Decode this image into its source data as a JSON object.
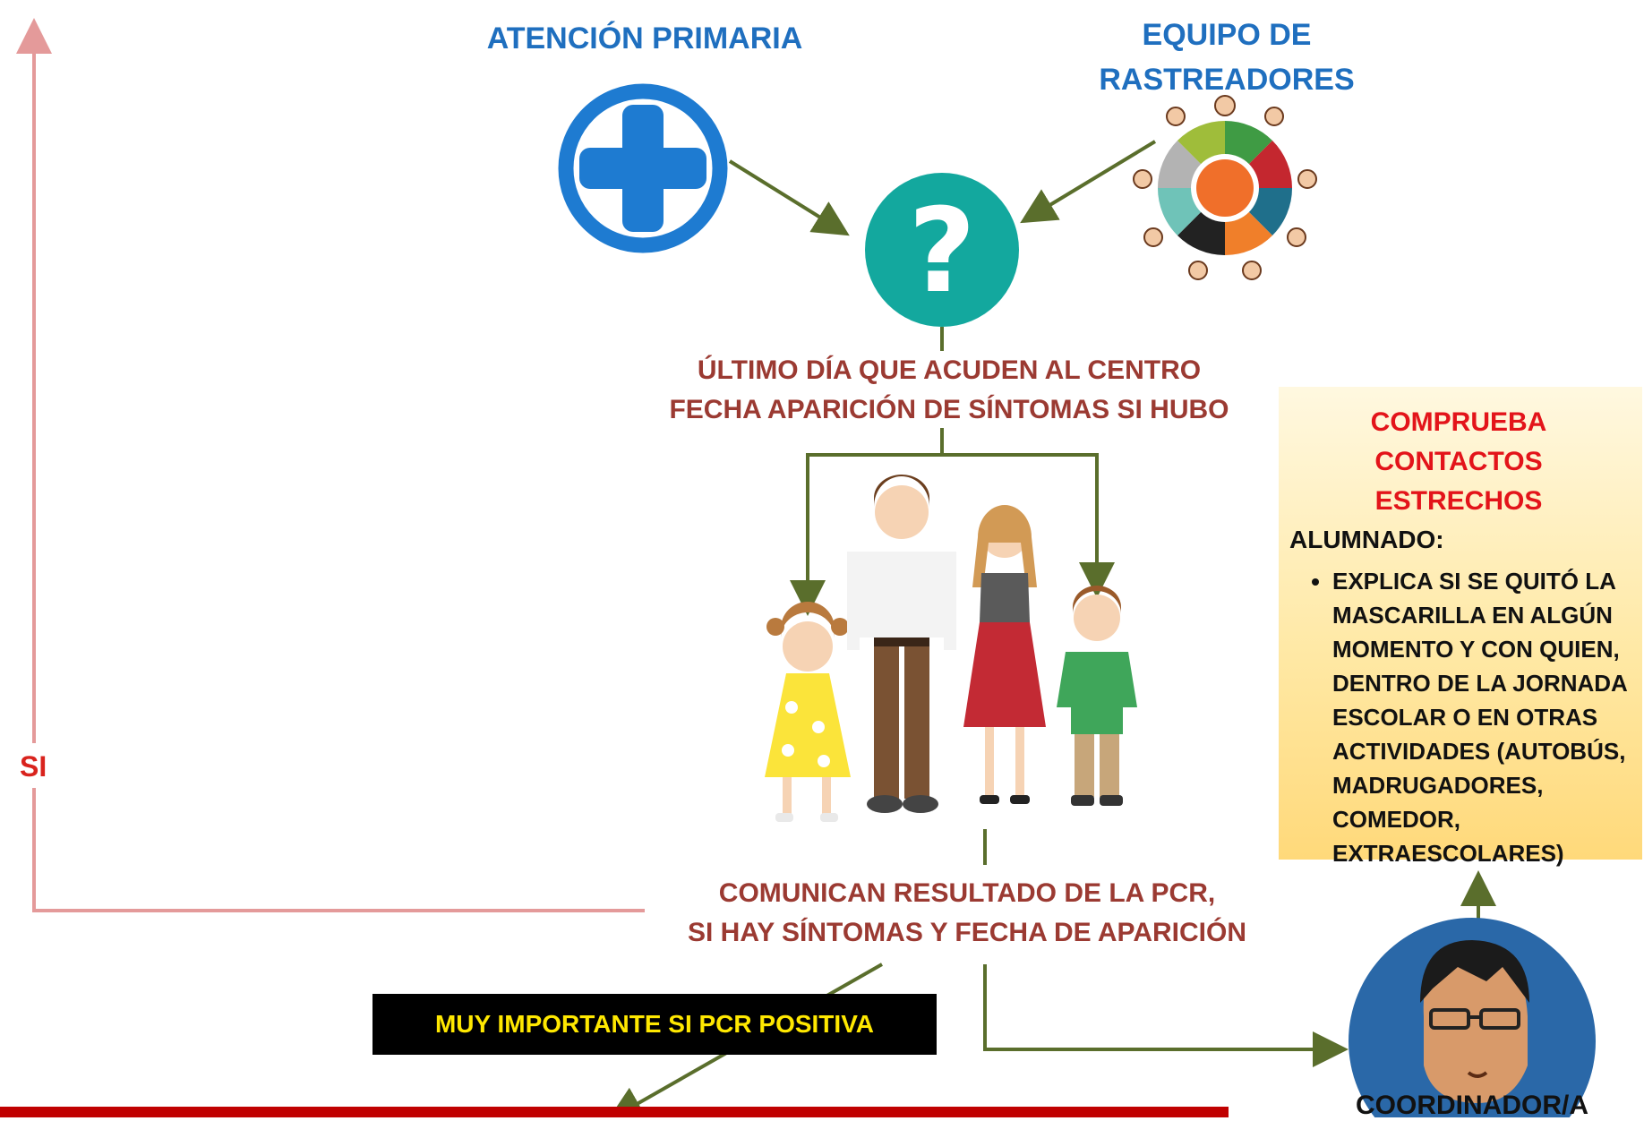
{
  "header": {
    "primary_care_title": "ATENCIÓN PRIMARIA",
    "tracers_title_line1": "EQUIPO DE",
    "tracers_title_line2": "RASTREADORES"
  },
  "steps": {
    "question_line1": "ÚLTIMO DÍA QUE ACUDEN AL CENTRO",
    "question_line2": "FECHA APARICIÓN DE SÍNTOMAS SI HUBO",
    "result_line1": "COMUNICAN RESULTADO DE LA PCR,",
    "result_line2": "SI HAY SÍNTOMAS Y FECHA DE APARICIÓN"
  },
  "side_label": "SI",
  "note": "MUY IMPORTANTE SI PCR POSITIVA",
  "panel": {
    "title_line1": "COMPRUEBA",
    "title_line2": "CONTACTOS ESTRECHOS",
    "subtitle": "ALUMNADO:",
    "bullet": "EXPLICA SI SE QUITÓ LA MASCARILLA EN ALGÚN MOMENTO Y CON QUIEN, DENTRO DE LA JORNADA ESCOLAR O EN OTRAS ACTIVIDADES (AUTOBÚS, MADRUGADORES, COMEDOR, EXTRAESCOLARES)"
  },
  "coordinator_label": "COORDINADOR/A",
  "icons": {
    "primary_care": "medical-cross-icon",
    "question": "question-mark-icon",
    "tracers": "team-circle-icon",
    "family": "family-illustration",
    "coordinator": "coordinator-avatar-icon"
  },
  "colors": {
    "blue_title": "#1f6fbf",
    "brown_text": "#9b3a32",
    "arrow_green": "#5a6e2c",
    "si_line": "#e49a9a",
    "teal_circle": "#13a89e",
    "bottom_bar": "#c00000"
  }
}
